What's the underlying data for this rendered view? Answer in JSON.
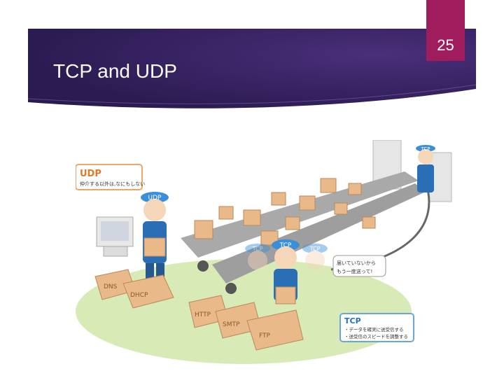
{
  "slide": {
    "page_number": "25",
    "title": "TCP and UDP"
  },
  "illustration": {
    "udp_box_title": "UDP",
    "udp_box_desc": "仲介する以外は,なにもしない",
    "udp_cap": "UDP",
    "tcp_cap": "TCP",
    "tcp_cap_top": "TCP",
    "tcp_ghost_left": "TCP",
    "tcp_ghost_right": "TCP",
    "speech_line1": "届いていないから",
    "speech_line2": "もう一度送って!",
    "box_dns": "DNS",
    "box_dhcp": "DHCP",
    "box_http": "HTTP",
    "box_smtp": "SMTP",
    "box_ftp": "FTP",
    "tcp_box_title": "TCP",
    "tcp_box_line1": "・データを確実に送受信する",
    "tcp_box_line2": "・送受信のスピードを調整する"
  },
  "colors": {
    "band": "#2c1b52",
    "tab": "#a01d5d",
    "uniform": "#2a6fb5",
    "cap": "#3a8fd8",
    "box": "#e9b98a",
    "floor": "#cfe5a8",
    "udp_label_border": "#e8a868",
    "tcp_label_border": "#6aa7d8"
  }
}
